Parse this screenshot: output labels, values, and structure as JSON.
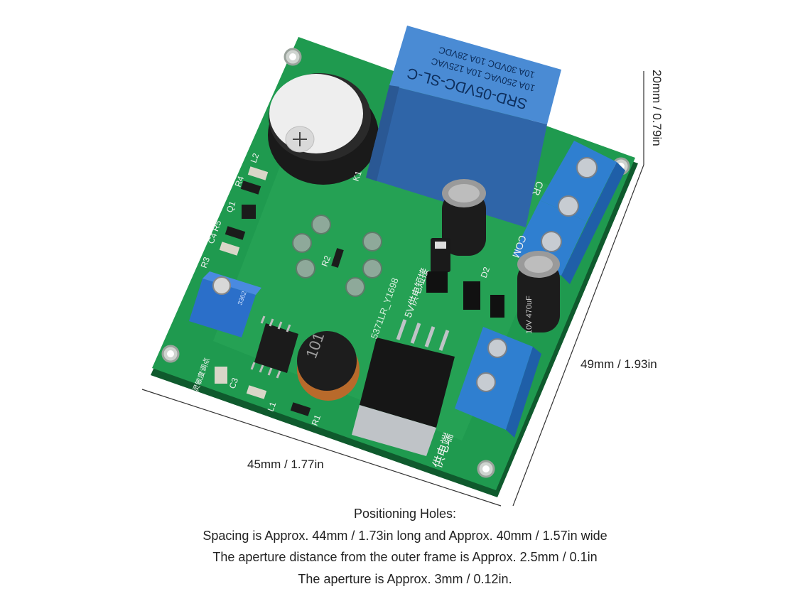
{
  "dimensions": {
    "height": "20mm / 0.79in",
    "width": "49mm / 1.93in",
    "length": "45mm / 1.77in"
  },
  "notes": {
    "heading": "Positioning Holes:",
    "line1": "Spacing is Approx. 44mm / 1.73in long and Approx. 40mm / 1.57in wide",
    "line2": "The aperture distance from the outer frame is Approx. 2.5mm / 0.1in",
    "line3": "The aperture is Approx. 3mm / 0.12in."
  },
  "board": {
    "relay_model": "SRD-05VDC-SL-C",
    "relay_rating_1": "10A 250VAC  10A 125VAC",
    "relay_rating_2": "10A 30VDC  10A 28VDC",
    "inductor_mark": "101",
    "silk_power": "供电端",
    "silk_5v": "5V供电短接",
    "silk_part": "5371LR_Y1698",
    "silk_com": "COM",
    "silk_cr": "CR",
    "silk_l2": "L2",
    "silk_r4": "R4",
    "silk_q1": "Q1",
    "silk_c4r5": "C4 R5",
    "silk_r3": "R3",
    "silk_r2": "R2",
    "silk_k1": "K1",
    "silk_d2": "D2",
    "silk_c3": "C3",
    "silk_l1": "L1",
    "silk_r1": "R1",
    "silk_sensitivity": "灵敏度调点",
    "silk_pot": "3362",
    "cap_mark": "10V 470uF",
    "colors": {
      "pcb": "#1f9a4f",
      "relay": "#3f7fc6",
      "terminal": "#2f7fd0",
      "pot": "#2b6fc9"
    }
  }
}
